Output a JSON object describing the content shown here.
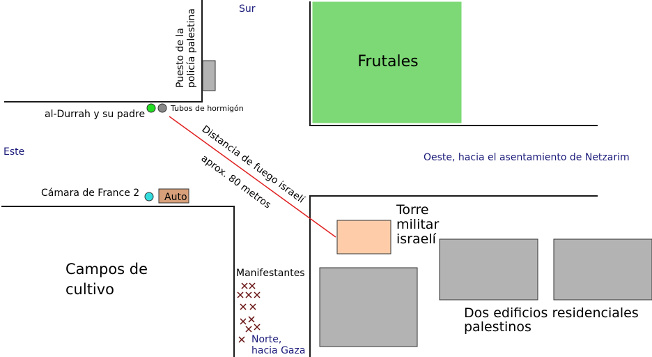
{
  "compass": {
    "south": "Sur",
    "east": "Este",
    "west": "Oeste, hacia el asentamiento de Netzarim",
    "north_line1": "Norte,",
    "north_line2": "hacia Gaza"
  },
  "labels": {
    "police_post_line1": "Puesto de la",
    "police_post_line2": "policía palestina",
    "orchards": "Frutales",
    "al_durrah": "al-Durrah y su padre",
    "concrete_pipe": "Tubos de hormigón",
    "camera": "Cámara de France 2",
    "car": "Auto",
    "fire_line": "Distancia de fuego israelí",
    "distance": "aprox. 80 metros",
    "tower_line1": "Torre",
    "tower_line2": "militar",
    "tower_line3": "israelí",
    "fields_line1": "Campos de",
    "fields_line2": "cultivo",
    "protesters": "Manifestantes",
    "buildings_line1": "Dos edificios residenciales",
    "buildings_line2": "palestinos"
  },
  "colors": {
    "orchard_fill": "#7dd975",
    "building_fill": "#b3b3b3",
    "tower_fill": "#ffccaa",
    "car_fill": "#d8a07a",
    "fire_line": "#e02020",
    "al_durrah_marker": "#22dd22",
    "pipe_marker": "#888888",
    "camera_marker": "#33dddd",
    "protester_mark": "#661111",
    "compass_text": "#1a1a7a"
  }
}
